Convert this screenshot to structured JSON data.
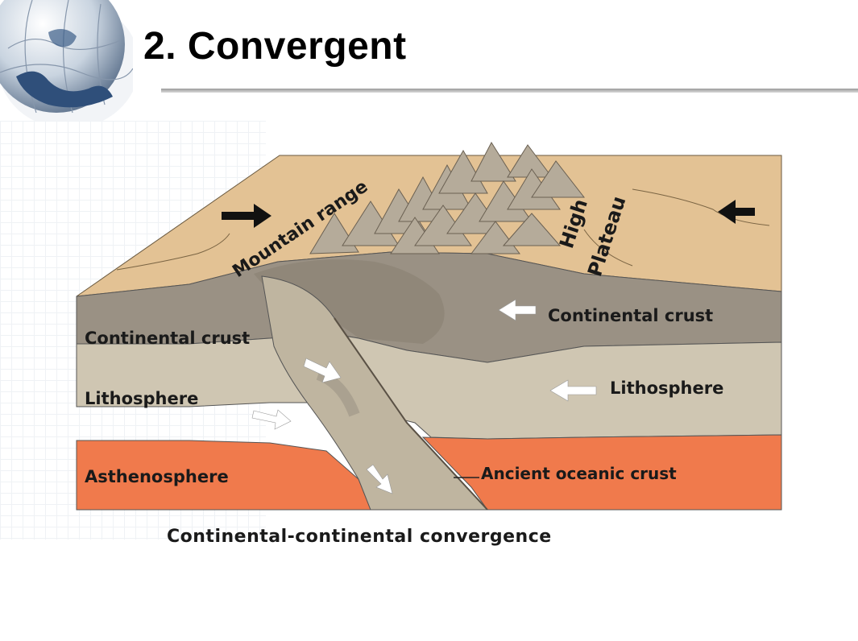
{
  "slide": {
    "title": "2. Convergent"
  },
  "diagram": {
    "labels": {
      "mountain_range": "Mountain range",
      "high_plateau_line1": "High",
      "high_plateau_line2": "Plateau",
      "continental_crust_left": "Continental crust",
      "continental_crust_right": "Continental crust",
      "lithosphere_left": "Lithosphere",
      "lithosphere_right": "Lithosphere",
      "asthenosphere": "Asthenosphere",
      "ancient_oceanic_crust": "Ancient oceanic crust"
    },
    "caption": "Continental-continental convergence",
    "colors": {
      "surface": "#e3c294",
      "crust": "#9a9184",
      "lithosphere": "#cfc6b2",
      "asthenosphere": "#f07a4c",
      "arrow_dark": "#111111",
      "arrow_light": "#ffffff"
    },
    "icons": [
      "globe-icon",
      "arrow-right-icon",
      "arrow-left-icon"
    ]
  }
}
